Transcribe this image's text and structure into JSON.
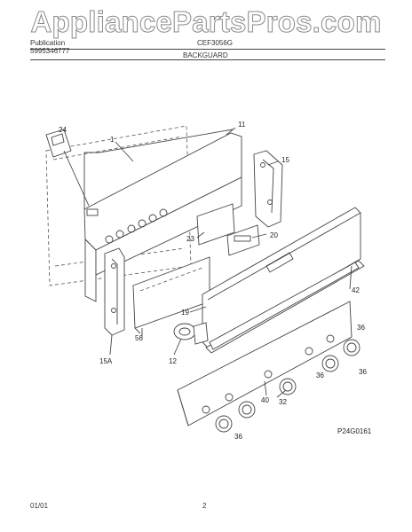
{
  "watermark": "AppliancePartsPros.com",
  "header": {
    "publication_label": "Publication",
    "publication_number": "5995346777",
    "model": "CEF3056G",
    "section": "BACKGUARD"
  },
  "callouts": [
    "24",
    "1",
    "11",
    "15",
    "23",
    "20",
    "15A",
    "56",
    "19",
    "12",
    "42",
    "36",
    "36",
    "36",
    "40",
    "32",
    "36"
  ],
  "figure_code": "P24G0161",
  "footer": {
    "date": "01/01",
    "page": "2"
  }
}
